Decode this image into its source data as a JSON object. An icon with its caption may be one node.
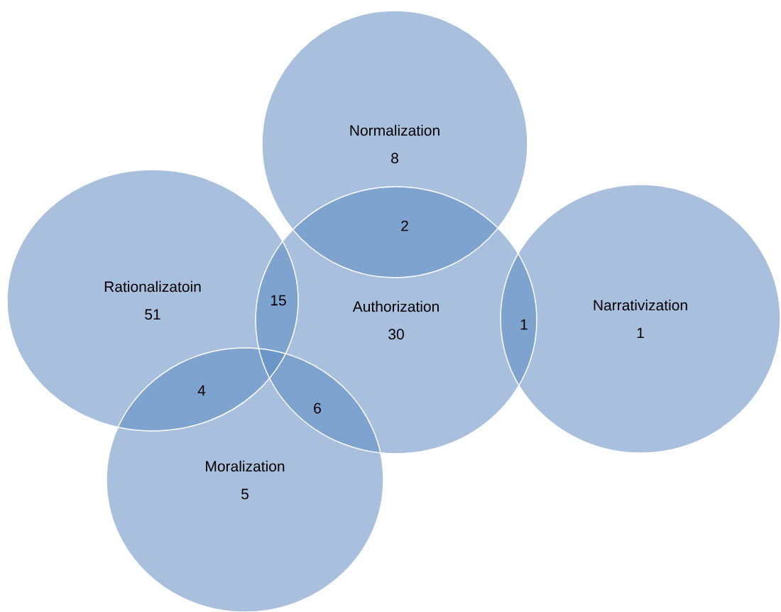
{
  "diagram": {
    "nodes": [
      {
        "text": [
          "Normalization",
          "8"
        ]
      },
      {
        "text": [
          "Rationalizatoin",
          "51"
        ]
      },
      {
        "text": [
          "Authorization",
          "30"
        ]
      },
      {
        "text": [
          "Narrativization",
          "1"
        ]
      },
      {
        "text": [
          "Moralization",
          "5"
        ]
      }
    ],
    "labels": [
      "2",
      "15",
      "1",
      "4",
      "6"
    ]
  }
}
